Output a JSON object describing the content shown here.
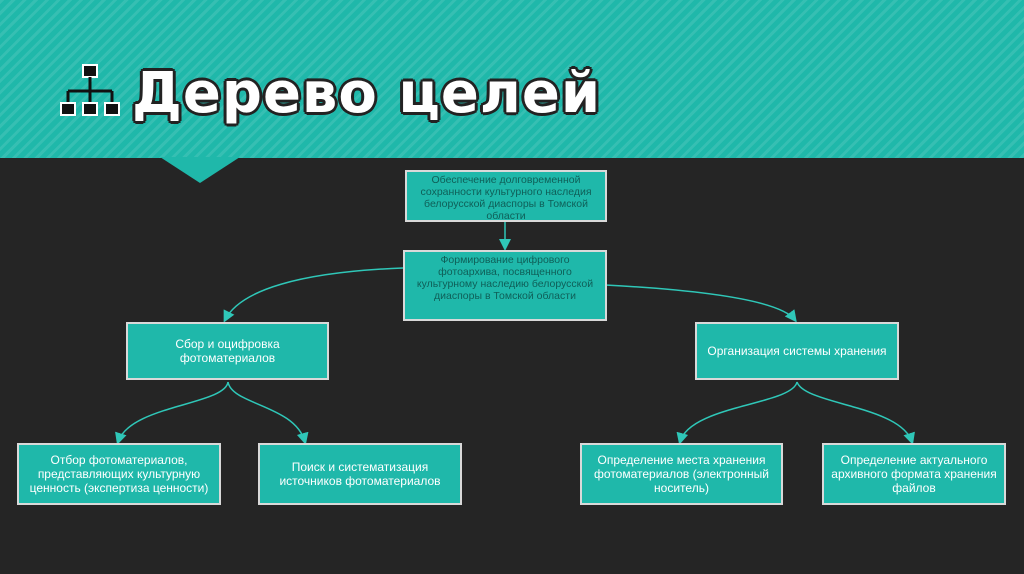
{
  "header": {
    "title": "Дерево целей",
    "icon": "hierarchy-icon",
    "colors": {
      "banner": "#1fb8aa",
      "background": "#252525",
      "node_fill": "#1fb8aa",
      "node_border": "#d9d9d9",
      "connector": "#2fc7b8"
    }
  },
  "diagram": {
    "goal": "Обеспечение долговременной сохранности культурного наследия белорусской диаспоры в Томской области",
    "main_task": "Формирование цифрового фотоархива, посвященного культурному наследию белорусской диаспоры в Томской области",
    "left_branch": {
      "label": "Сбор и оцифровка фотоматериалов",
      "children": [
        "Отбор фотоматериалов, представляющих культурную ценность (экспертиза ценности)",
        "Поиск и систематизация источников фотоматериалов"
      ]
    },
    "right_branch": {
      "label": "Организация системы хранения",
      "children": [
        "Определение места хранения фотоматериалов (электронный носитель)",
        "Определение актуального архивного формата хранения файлов"
      ]
    }
  }
}
